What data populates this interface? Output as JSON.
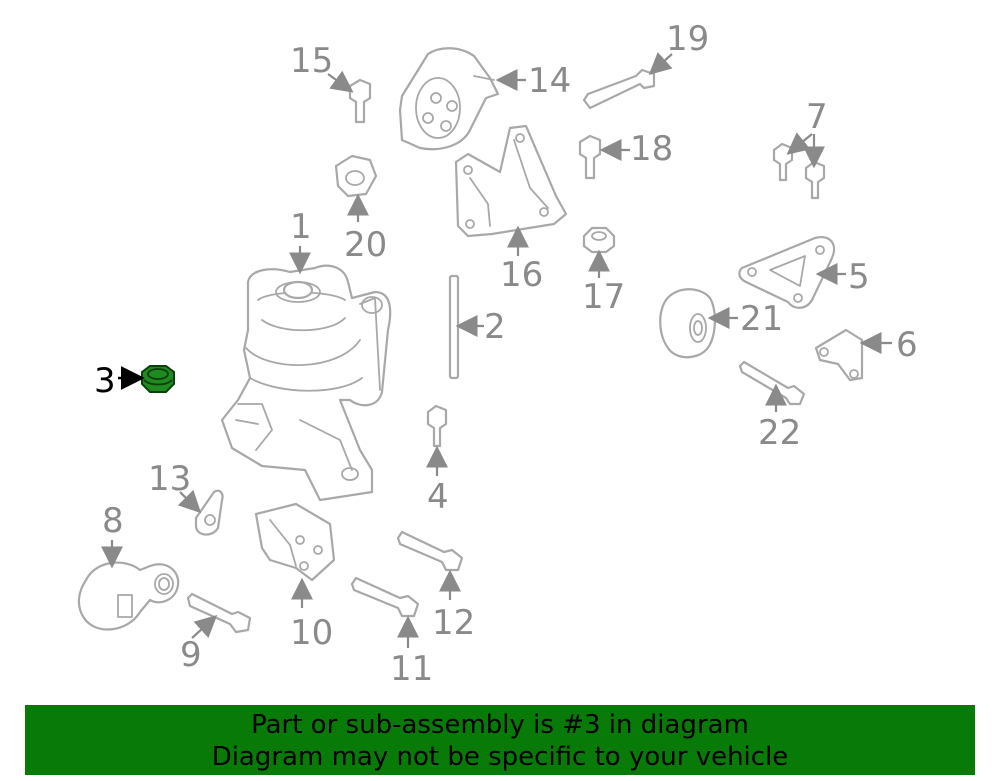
{
  "diagram": {
    "highlighted_part": "3",
    "callouts": [
      "1",
      "2",
      "3",
      "4",
      "5",
      "6",
      "7",
      "8",
      "9",
      "10",
      "11",
      "12",
      "13",
      "14",
      "15",
      "16",
      "17",
      "18",
      "19",
      "20",
      "21",
      "22"
    ]
  },
  "banner": {
    "line1": "Part or sub-assembly is #3 in diagram",
    "line2": "Diagram may not be specific to your vehicle"
  },
  "colors": {
    "banner_bg": "#087a08",
    "highlight_part": "#1f8a1f",
    "line_gray": "#a8a8a8"
  }
}
